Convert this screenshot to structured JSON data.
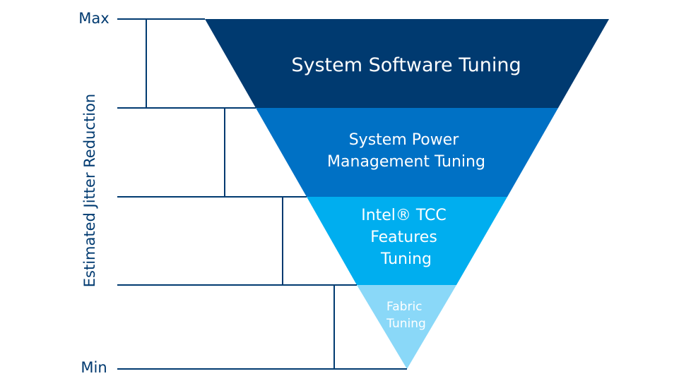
{
  "axis": {
    "max_label": "Max",
    "min_label": "Min",
    "title": "Estimated Jitter Reduction"
  },
  "layers": [
    {
      "lines": [
        "System Software Tuning"
      ],
      "color": "#003a70",
      "text_color": "#ffffff"
    },
    {
      "lines": [
        "System Power",
        "Management Tuning"
      ],
      "color": "#0071c5",
      "text_color": "#ffffff"
    },
    {
      "lines": [
        "Intel® TCC",
        "Features",
        "Tuning"
      ],
      "color": "#00aeef",
      "text_color": "#ffffff"
    },
    {
      "lines": [
        "Fabric",
        "Tuning"
      ],
      "color": "#8ad8f8",
      "text_color": "#ffffff"
    }
  ],
  "colors": {
    "line": "#003a70",
    "axis_text": "#003a70"
  }
}
